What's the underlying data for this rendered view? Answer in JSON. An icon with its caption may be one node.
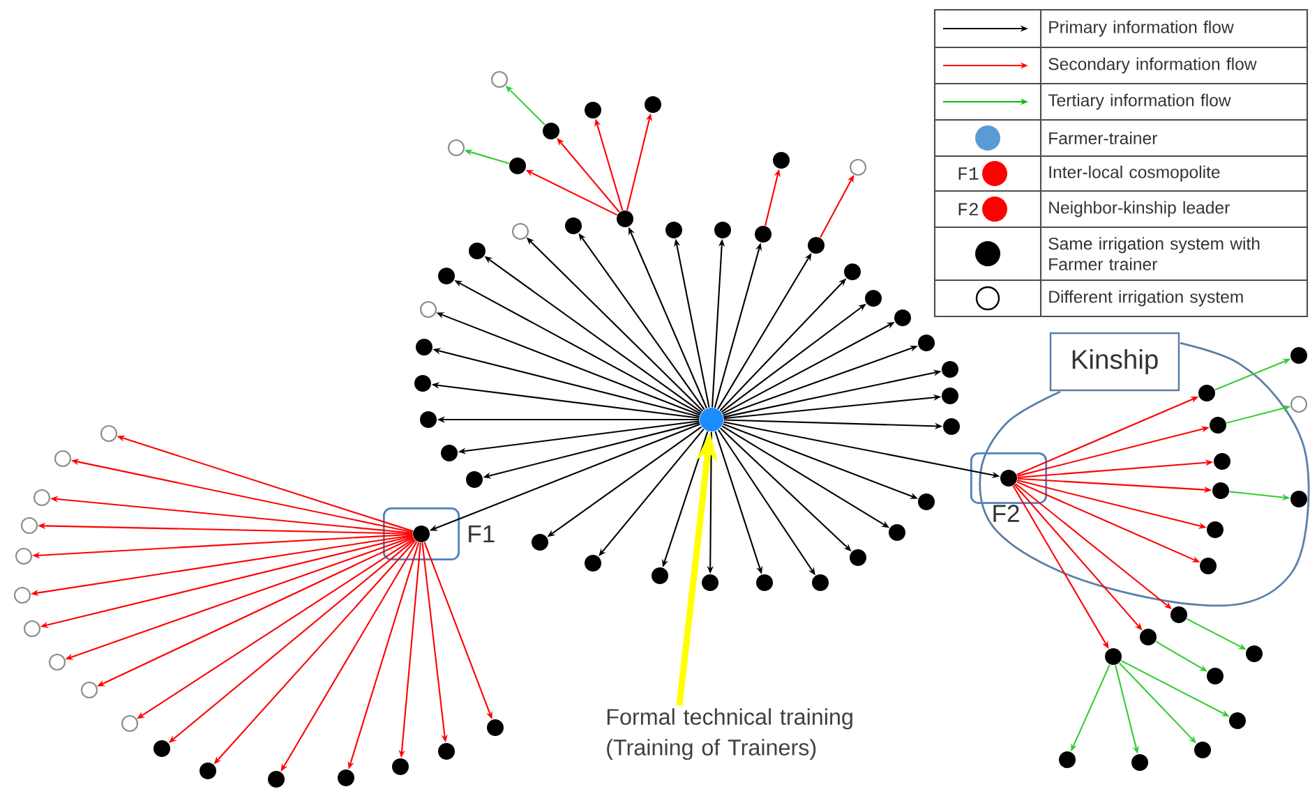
{
  "diagram": {
    "nodes": [
      {
        "text": [],
        "shape": "circle"
      },
      {
        "text": [
          "F1"
        ]
      },
      {
        "text": [],
        "shape": "circle",
        "in": 1
      },
      {
        "text": [
          "Kinship"
        ]
      },
      {
        "text": [
          "F2"
        ],
        "in": 3
      },
      {
        "text": [],
        "shape": "circle",
        "in": 4
      },
      {
        "text": [
          "Formal technical training (Training of Trainers)"
        ]
      },
      {
        "text": [],
        "shape": "circle"
      },
      {
        "text": [],
        "shape": "circle"
      },
      {
        "text": [],
        "shape": "circle"
      },
      {
        "text": [],
        "shape": "circle"
      },
      {
        "text": [],
        "shape": "circle"
      },
      {
        "text": [],
        "shape": "circle"
      },
      {
        "text": [],
        "shape": "circle"
      },
      {
        "text": [],
        "shape": "circle"
      },
      {
        "text": [],
        "shape": "circle"
      },
      {
        "text": [],
        "shape": "circle"
      },
      {
        "text": [],
        "shape": "circle"
      },
      {
        "text": [],
        "shape": "circle"
      },
      {
        "text": [],
        "shape": "circle"
      },
      {
        "text": [],
        "shape": "circle"
      },
      {
        "text": [],
        "shape": "circle"
      },
      {
        "text": [],
        "shape": "circle"
      },
      {
        "text": [],
        "shape": "circle"
      },
      {
        "text": [],
        "shape": "circle"
      },
      {
        "text": [],
        "shape": "circle"
      },
      {
        "text": [],
        "shape": "circle"
      },
      {
        "text": [],
        "shape": "circle"
      },
      {
        "text": [],
        "shape": "circle"
      },
      {
        "text": [],
        "shape": "circle"
      },
      {
        "text": [],
        "shape": "circle"
      },
      {
        "text": [],
        "shape": "circle"
      },
      {
        "text": [],
        "shape": "circle"
      },
      {
        "text": [],
        "shape": "circle"
      },
      {
        "text": [],
        "shape": "circle"
      },
      {
        "text": [],
        "shape": "circle"
      },
      {
        "text": [],
        "shape": "circle"
      },
      {
        "text": [],
        "shape": "circle"
      },
      {
        "text": [],
        "shape": "circle"
      },
      {
        "text": [],
        "shape": "circle"
      },
      {
        "text": [],
        "shape": "circle"
      },
      {
        "text": [],
        "shape": "circle"
      },
      {
        "text": [],
        "shape": "circle"
      },
      {
        "text": [],
        "shape": "circle"
      },
      {
        "text": [],
        "shape": "circle"
      },
      {
        "text": [],
        "shape": "circle"
      },
      {
        "text": [],
        "shape": "circle"
      },
      {
        "text": [],
        "shape": "circle"
      },
      {
        "text": [],
        "shape": "circle"
      },
      {
        "text": [],
        "shape": "circle"
      },
      {
        "text": [],
        "shape": "circle"
      },
      {
        "text": [],
        "shape": "circle"
      },
      {
        "text": [],
        "shape": "circle"
      },
      {
        "text": [],
        "shape": "circle"
      },
      {
        "text": [],
        "shape": "circle"
      },
      {
        "text": [],
        "shape": "circle"
      },
      {
        "text": [],
        "shape": "circle"
      },
      {
        "text": [],
        "shape": "circle"
      },
      {
        "text": [],
        "shape": "circle"
      },
      {
        "text": [],
        "shape": "circle"
      },
      {
        "text": [],
        "shape": "circle"
      },
      {
        "text": [],
        "shape": "circle"
      },
      {
        "text": [],
        "shape": "circle"
      },
      {
        "text": [],
        "shape": "circle",
        "in": 3
      },
      {
        "text": [],
        "shape": "circle",
        "in": 3
      },
      {
        "text": [],
        "shape": "circle",
        "in": 3
      },
      {
        "text": [],
        "shape": "circle",
        "in": 3
      },
      {
        "text": [],
        "shape": "circle",
        "in": 3
      },
      {
        "text": [],
        "shape": "circle",
        "in": 3
      },
      {
        "text": [],
        "shape": "circle"
      },
      {
        "text": [],
        "shape": "circle"
      },
      {
        "text": [],
        "shape": "circle"
      },
      {
        "text": [],
        "shape": "circle",
        "in": 3
      },
      {
        "text": [],
        "shape": "circle",
        "in": 3
      },
      {
        "text": [],
        "shape": "circle",
        "in": 3
      },
      {
        "text": [],
        "shape": "circle"
      },
      {
        "text": [],
        "shape": "circle"
      },
      {
        "text": [],
        "shape": "circle"
      },
      {
        "text": [],
        "shape": "circle"
      },
      {
        "text": [],
        "shape": "circle"
      },
      {
        "text": [],
        "shape": "circle"
      }
    ],
    "edges": [
      {
        "from": 0,
        "to": 7,
        "arrow": "to"
      },
      {
        "from": 0,
        "to": 8,
        "arrow": "to"
      },
      {
        "from": 0,
        "to": 9,
        "arrow": "to"
      },
      {
        "from": 0,
        "to": 10,
        "arrow": "to"
      },
      {
        "from": 0,
        "to": 2,
        "arrow": "to"
      },
      {
        "from": 0,
        "to": 11,
        "arrow": "to"
      },
      {
        "from": 0,
        "to": 12,
        "arrow": "to"
      },
      {
        "from": 0,
        "to": 13,
        "arrow": "to"
      },
      {
        "from": 0,
        "to": 14,
        "arrow": "to"
      },
      {
        "from": 0,
        "to": 15,
        "arrow": "to"
      },
      {
        "from": 0,
        "to": 16,
        "arrow": "to"
      },
      {
        "from": 0,
        "to": 17,
        "arrow": "to"
      },
      {
        "from": 0,
        "to": 18,
        "arrow": "to"
      },
      {
        "from": 0,
        "to": 19,
        "arrow": "to"
      },
      {
        "from": 0,
        "to": 5,
        "arrow": "to"
      },
      {
        "from": 0,
        "to": 20,
        "arrow": "to"
      },
      {
        "from": 0,
        "to": 21,
        "arrow": "to"
      },
      {
        "from": 0,
        "to": 22,
        "arrow": "to"
      },
      {
        "from": 0,
        "to": 23,
        "arrow": "to"
      },
      {
        "from": 0,
        "to": 24,
        "arrow": "to"
      },
      {
        "from": 0,
        "to": 25,
        "arrow": "to"
      },
      {
        "from": 0,
        "to": 26,
        "arrow": "to"
      },
      {
        "from": 0,
        "to": 27,
        "arrow": "to"
      },
      {
        "from": 0,
        "to": 28,
        "arrow": "to"
      },
      {
        "from": 0,
        "to": 29,
        "arrow": "to"
      },
      {
        "from": 0,
        "to": 30,
        "arrow": "to"
      },
      {
        "from": 0,
        "to": 31,
        "arrow": "to"
      },
      {
        "from": 0,
        "to": 32,
        "arrow": "to"
      },
      {
        "from": 0,
        "to": 33,
        "arrow": "to"
      },
      {
        "from": 0,
        "to": 34,
        "arrow": "to"
      },
      {
        "from": 0,
        "to": 35,
        "arrow": "to"
      },
      {
        "from": 0,
        "to": 36,
        "arrow": "to"
      },
      {
        "from": 0,
        "to": 37,
        "arrow": "to"
      },
      {
        "from": 31,
        "to": 38,
        "arrow": "to",
        "color": "#ff0000"
      },
      {
        "from": 31,
        "to": 39,
        "arrow": "to",
        "color": "#ff0000"
      },
      {
        "from": 31,
        "to": 40,
        "arrow": "to",
        "color": "#ff0000"
      },
      {
        "from": 31,
        "to": 41,
        "arrow": "to",
        "color": "#ff0000"
      },
      {
        "from": 38,
        "to": 42,
        "arrow": "to",
        "color": "#33cc33"
      },
      {
        "from": 39,
        "to": 43,
        "arrow": "to",
        "color": "#33cc33"
      },
      {
        "from": 28,
        "to": 44,
        "arrow": "to",
        "color": "#ff0000"
      },
      {
        "from": 27,
        "to": 45,
        "arrow": "to",
        "color": "#ff0000"
      },
      {
        "from": 2,
        "to": 46,
        "arrow": "to",
        "color": "#ff0000"
      },
      {
        "from": 2,
        "to": 47,
        "arrow": "to",
        "color": "#ff0000"
      },
      {
        "from": 2,
        "to": 48,
        "arrow": "to",
        "color": "#ff0000"
      },
      {
        "from": 2,
        "to": 49,
        "arrow": "to",
        "color": "#ff0000"
      },
      {
        "from": 2,
        "to": 50,
        "arrow": "to",
        "color": "#ff0000"
      },
      {
        "from": 2,
        "to": 51,
        "arrow": "to",
        "color": "#ff0000"
      },
      {
        "from": 2,
        "to": 52,
        "arrow": "to",
        "color": "#ff0000"
      },
      {
        "from": 2,
        "to": 53,
        "arrow": "to",
        "color": "#ff0000"
      },
      {
        "from": 2,
        "to": 54,
        "arrow": "to",
        "color": "#ff0000"
      },
      {
        "from": 2,
        "to": 55,
        "arrow": "to",
        "color": "#ff0000"
      },
      {
        "from": 2,
        "to": 56,
        "arrow": "to",
        "color": "#ff0000"
      },
      {
        "from": 2,
        "to": 57,
        "arrow": "to",
        "color": "#ff0000"
      },
      {
        "from": 2,
        "to": 58,
        "arrow": "to",
        "color": "#ff0000"
      },
      {
        "from": 2,
        "to": 59,
        "arrow": "to",
        "color": "#ff0000"
      },
      {
        "from": 2,
        "to": 60,
        "arrow": "to",
        "color": "#ff0000"
      },
      {
        "from": 2,
        "to": 61,
        "arrow": "to",
        "color": "#ff0000"
      },
      {
        "from": 2,
        "to": 62,
        "arrow": "to",
        "color": "#ff0000"
      },
      {
        "from": 5,
        "to": 63,
        "arrow": "to",
        "color": "#ff0000"
      },
      {
        "from": 5,
        "to": 64,
        "arrow": "to",
        "color": "#ff0000"
      },
      {
        "from": 5,
        "to": 65,
        "arrow": "to",
        "color": "#ff0000"
      },
      {
        "from": 5,
        "to": 66,
        "arrow": "to",
        "color": "#ff0000"
      },
      {
        "from": 5,
        "to": 67,
        "arrow": "to",
        "color": "#ff0000"
      },
      {
        "from": 5,
        "to": 68,
        "arrow": "to",
        "color": "#ff0000"
      },
      {
        "from": 5,
        "to": 69,
        "arrow": "to",
        "color": "#ff0000"
      },
      {
        "from": 5,
        "to": 70,
        "arrow": "to",
        "color": "#ff0000"
      },
      {
        "from": 5,
        "to": 71,
        "arrow": "to",
        "color": "#ff0000"
      },
      {
        "from": 63,
        "to": 72,
        "arrow": "to",
        "color": "#33cc33"
      },
      {
        "from": 64,
        "to": 73,
        "arrow": "to",
        "color": "#33cc33"
      },
      {
        "from": 66,
        "to": 74,
        "arrow": "to",
        "color": "#33cc33"
      },
      {
        "from": 69,
        "to": 75,
        "arrow": "to",
        "color": "#33cc33"
      },
      {
        "from": 70,
        "to": 76,
        "arrow": "to",
        "color": "#33cc33"
      },
      {
        "from": 71,
        "to": 77,
        "arrow": "to",
        "color": "#33cc33"
      },
      {
        "from": 71,
        "to": 78,
        "arrow": "to",
        "color": "#33cc33"
      },
      {
        "from": 71,
        "to": 79,
        "arrow": "to",
        "color": "#33cc33"
      },
      {
        "from": 71,
        "to": 80,
        "arrow": "to",
        "color": "#33cc33"
      },
      {
        "from": 6,
        "to": 0,
        "arrow": "to",
        "style": "thick",
        "color": "#ffff00"
      }
    ],
    "labels": [
      "F1",
      "F2"
    ],
    "legend": [
      {
        "text": "Primary information flow"
      },
      {
        "text": "Secondary information flow"
      },
      {
        "text": "Tertiary information flow"
      },
      {
        "text": "Farmer-trainer",
        "color": "#5b9bd5"
      },
      {
        "text": "Inter-local cosmopolite",
        "color": "#ff0000"
      },
      {
        "text": "Neighbor-kinship leader",
        "color": "#ff0000"
      },
      {
        "text": "Same irrigation system with Farmer trainer",
        "color": "#000000"
      },
      {
        "text": "Different irrigation system"
      }
    ]
  }
}
